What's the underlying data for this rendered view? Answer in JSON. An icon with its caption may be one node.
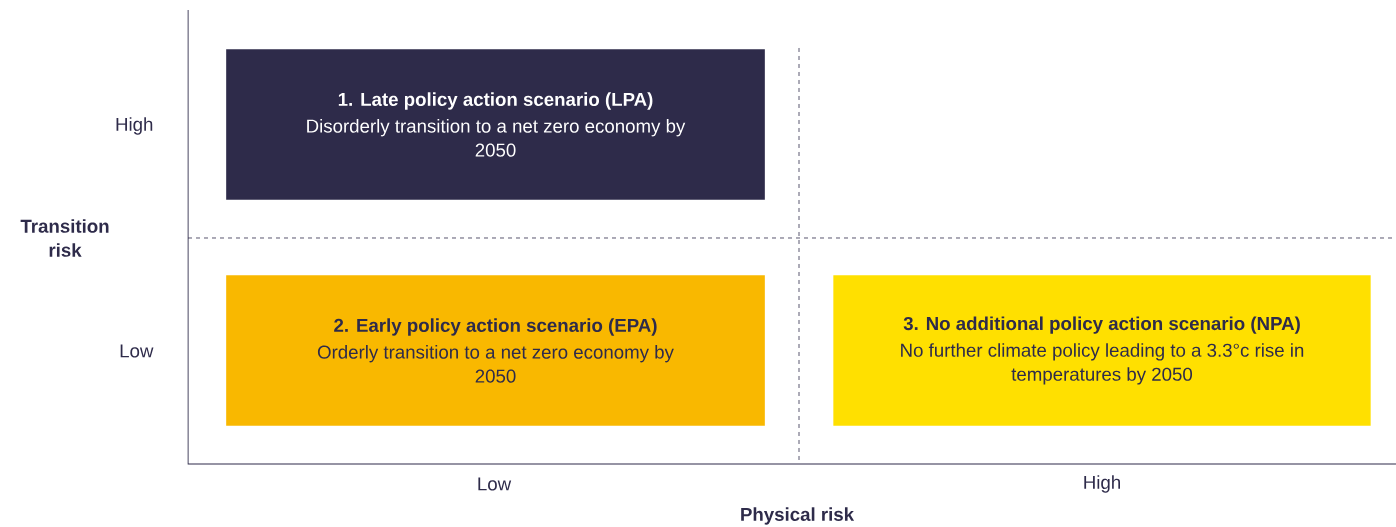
{
  "diagram": {
    "nodes": [
      {
        "text": [
          "1. Late policy action scenario (LPA)",
          "Disorderly transition to a net zero economy by 2050"
        ]
      },
      {
        "text": [
          "2. Early policy action scenario (EPA)",
          "Orderly transition to a net zero economy by 2050"
        ]
      },
      {
        "text": [
          "3. No additional policy action scenario (NPA)",
          "No further climate policy leading to a 3.3°c rise in temperatures by 2050"
        ]
      }
    ],
    "labels": [
      "High",
      "Transition risk",
      "Low",
      "Low",
      "High",
      "Physical risk"
    ]
  }
}
